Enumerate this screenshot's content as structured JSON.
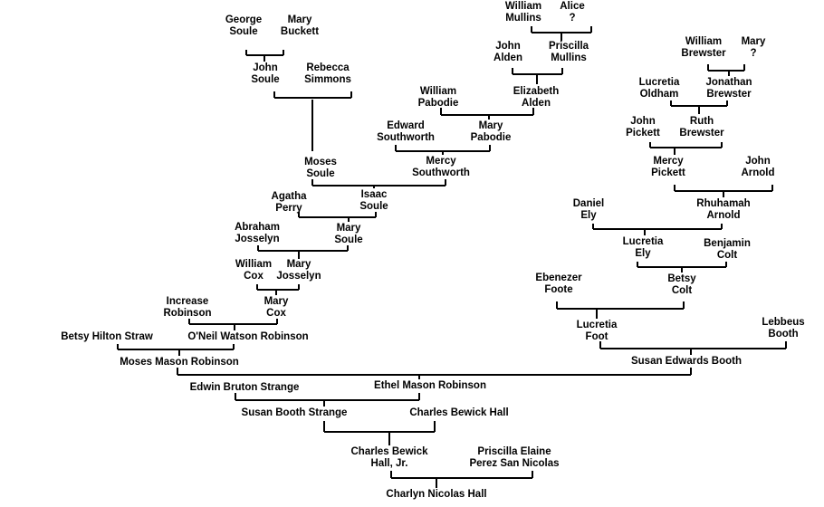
{
  "people": {
    "william_mullins": [
      "William",
      "Mullins"
    ],
    "alice": [
      "Alice",
      "?"
    ],
    "george_soule": [
      "George",
      "Soule"
    ],
    "mary_buckett": [
      "Mary",
      "Buckett"
    ],
    "john_alden": [
      "John",
      "Alden"
    ],
    "priscilla_mullins": [
      "Priscilla",
      "Mullins"
    ],
    "william_brewster": [
      "William",
      "Brewster"
    ],
    "mary_q": [
      "Mary",
      "?"
    ],
    "john_soule": [
      "John",
      "Soule"
    ],
    "rebecca_simmons": [
      "Rebecca",
      "Simmons"
    ],
    "lucretia_oldham": [
      "Lucretia",
      "Oldham"
    ],
    "jonathan_brewster": [
      "Jonathan",
      "Brewster"
    ],
    "william_pabodie": [
      "William",
      "Pabodie"
    ],
    "elizabeth_alden": [
      "Elizabeth",
      "Alden"
    ],
    "john_pickett": [
      "John",
      "Pickett"
    ],
    "ruth_brewster": [
      "Ruth",
      "Brewster"
    ],
    "edward_southworth": [
      "Edward",
      "Southworth"
    ],
    "mary_pabodie": [
      "Mary",
      "Pabodie"
    ],
    "moses_soule": [
      "Moses",
      "Soule"
    ],
    "mercy_southworth": [
      "Mercy",
      "Southworth"
    ],
    "mercy_pickett": [
      "Mercy",
      "Pickett"
    ],
    "john_arnold": [
      "John",
      "Arnold"
    ],
    "agatha_perry": [
      "Agatha",
      "Perry"
    ],
    "isaac_soule": [
      "Isaac",
      "Soule"
    ],
    "daniel_ely": [
      "Daniel",
      "Ely"
    ],
    "rhuhamah_arnold": [
      "Rhuhamah",
      "Arnold"
    ],
    "abraham_josselyn": [
      "Abraham",
      "Josselyn"
    ],
    "mary_soule": [
      "Mary",
      "Soule"
    ],
    "lucretia_ely": [
      "Lucretia",
      "Ely"
    ],
    "benjamin_colt": [
      "Benjamin",
      "Colt"
    ],
    "william_cox": [
      "William",
      "Cox"
    ],
    "mary_josselyn": [
      "Mary",
      "Josselyn"
    ],
    "ebenezer_foote": [
      "Ebenezer",
      "Foote"
    ],
    "betsy_colt": [
      "Betsy",
      "Colt"
    ],
    "increase_robinson": [
      "Increase",
      "Robinson"
    ],
    "mary_cox": [
      "Mary",
      "Cox"
    ],
    "lucretia_foot": [
      "Lucretia",
      "Foot"
    ],
    "lebbeus_booth": [
      "Lebbeus",
      "Booth"
    ],
    "betsy_hilton_straw": [
      "Betsy Hilton Straw"
    ],
    "oneil_watson_robinson": [
      "O'Neil  Watson Robinson"
    ],
    "moses_mason_robinson": [
      "Moses Mason Robinson"
    ],
    "susan_edwards_booth": [
      "Susan Edwards Booth"
    ],
    "edwin_bruton_strange": [
      "Edwin Bruton Strange"
    ],
    "ethel_mason_robinson": [
      "Ethel Mason Robinson"
    ],
    "susan_booth_strange": [
      "Susan Booth Strange"
    ],
    "charles_bewick_hall": [
      "Charles Bewick Hall"
    ],
    "charles_bewick_hall_jr": [
      "Charles Bewick",
      "Hall, Jr."
    ],
    "priscilla_elaine_perez": [
      "Priscilla Elaine",
      "Perez San Nicolas"
    ],
    "charlyn_nicolas_hall": [
      "Charlyn Nicolas Hall"
    ]
  }
}
